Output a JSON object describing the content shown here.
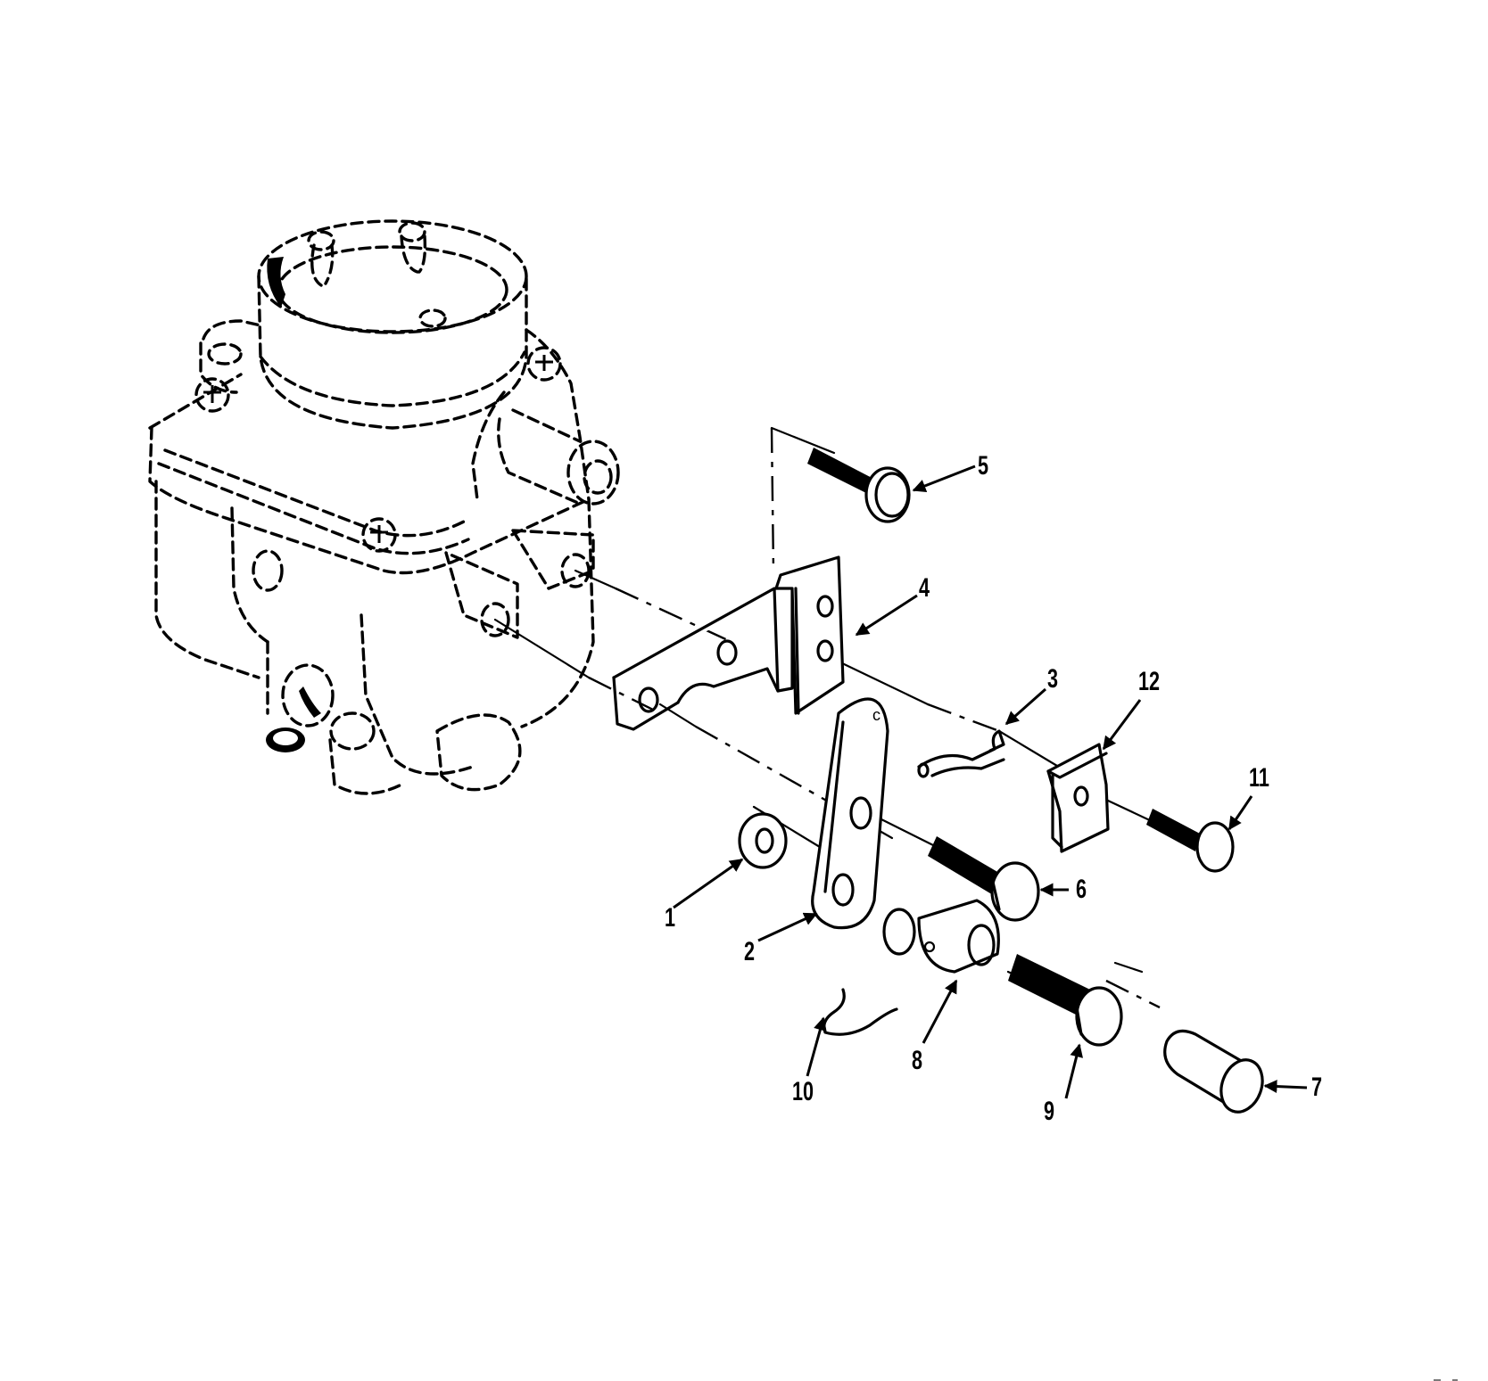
{
  "diagram": {
    "type": "exploded-parts-view",
    "subject": "carburetor with throttle linkage bracket assembly",
    "background_color": "#ffffff",
    "line_color": "#000000",
    "reference_assembly": {
      "name": "carburetor",
      "style": "phantom (dashed) outline"
    },
    "callouts": [
      {
        "id": "1",
        "label": "1",
        "part": "washer"
      },
      {
        "id": "2",
        "label": "2",
        "part": "link plate"
      },
      {
        "id": "3",
        "label": "3",
        "part": "wire clip"
      },
      {
        "id": "4",
        "label": "4",
        "part": "angle bracket"
      },
      {
        "id": "5",
        "label": "5",
        "part": "flanged hex bolt"
      },
      {
        "id": "6",
        "label": "6",
        "part": "hex bolt"
      },
      {
        "id": "7",
        "label": "7",
        "part": "cylindrical cap"
      },
      {
        "id": "8",
        "label": "8",
        "part": "swivel stop"
      },
      {
        "id": "9",
        "label": "9",
        "part": "hex bolt (long)"
      },
      {
        "id": "10",
        "label": "10",
        "part": "cotter / hairpin clip"
      },
      {
        "id": "11",
        "label": "11",
        "part": "hex bolt (short)"
      },
      {
        "id": "12",
        "label": "12",
        "part": "clip nut"
      }
    ],
    "corner_marks": [
      "",
      ""
    ]
  }
}
